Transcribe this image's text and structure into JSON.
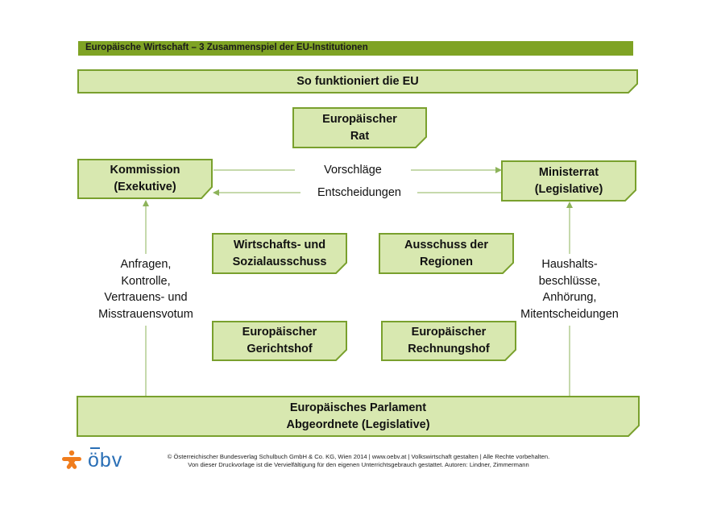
{
  "header": {
    "title": "Europäische Wirtschaft – 3 Zusammenspiel der EU-Institutionen"
  },
  "diagram": {
    "title": "So funktioniert die EU",
    "europaeischer_rat": [
      "Europäischer",
      "Rat"
    ],
    "kommission": [
      "Kommission",
      "(Exekutive)"
    ],
    "ministerrat": [
      "Ministerrat",
      "(Legislative)"
    ],
    "wirtschaftsausschuss": [
      "Wirtschafts- und",
      "Sozialausschuss"
    ],
    "ausschuss_regionen": [
      "Ausschuss der",
      "Regionen"
    ],
    "gerichtshof": [
      "Europäischer",
      "Gerichtshof"
    ],
    "rechnungshof": [
      "Europäischer",
      "Rechnungshof"
    ],
    "parlament": [
      "Europäisches Parlament",
      "Abgeordnete (Legislative)"
    ],
    "vorschlaege": "Vorschläge",
    "entscheidungen": "Entscheidungen",
    "left_label": [
      "Anfragen,",
      "Kontrolle,",
      "Vertrauens- und",
      "Misstrauensvotum"
    ],
    "right_label": [
      "Haushalts-",
      "beschlüsse,",
      "Anhörung,",
      "Mitentscheidungen"
    ]
  },
  "colors": {
    "accent": "#7fa324",
    "box_fill": "#d8e8b0",
    "box_border": "#79a02d",
    "logo_orange": "#f07d1d",
    "logo_blue": "#2a6fb6"
  },
  "footer": {
    "line1": "© Österreichischer Bundesverlag Schulbuch GmbH & Co. KG, Wien 2014 | www.oebv.at | Volkswirtschaft gestalten | Alle Rechte vorbehalten.",
    "line2": "Von dieser Druckvorlage ist die Vervielfältigung für den eigenen Unterrichtsgebrauch gestattet. Autoren: Lindner, Zimmermann"
  },
  "logo": {
    "text": "öbv",
    "icon": "oebv-star-icon"
  }
}
